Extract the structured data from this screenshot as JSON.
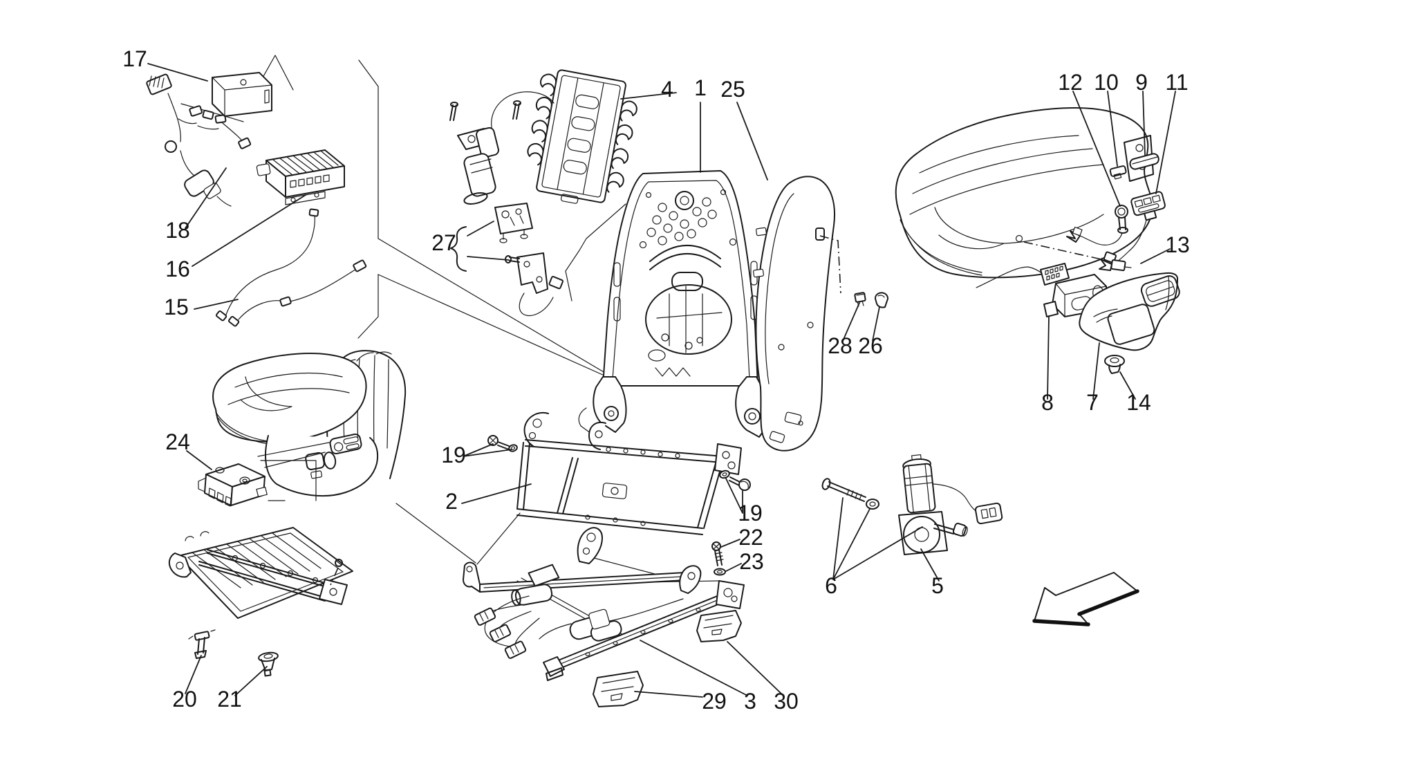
{
  "diagram": {
    "type": "exploded-parts-diagram",
    "subject": "front seat assembly",
    "colors": {
      "background": "#ffffff",
      "line": "#1a1a1a",
      "text": "#111111"
    },
    "icons": {
      "direction_arrow": "block-arrow-pointing-front-left",
      "brace": "curly-brace-left"
    }
  },
  "labels": {
    "p1": "1",
    "p2": "2",
    "p3": "3",
    "p4": "4",
    "p5": "5",
    "p6": "6",
    "p7": "7",
    "p8": "8",
    "p9": "9",
    "p10": "10",
    "p11": "11",
    "p12": "12",
    "p13": "13",
    "p14": "14",
    "p15": "15",
    "p16": "16",
    "p17": "17",
    "p18": "18",
    "p19": "19",
    "p20": "20",
    "p21": "21",
    "p22": "22",
    "p23": "23",
    "p24": "24",
    "p25": "25",
    "p26": "26",
    "p27": "27",
    "p28": "28",
    "p29": "29",
    "p30": "30"
  }
}
